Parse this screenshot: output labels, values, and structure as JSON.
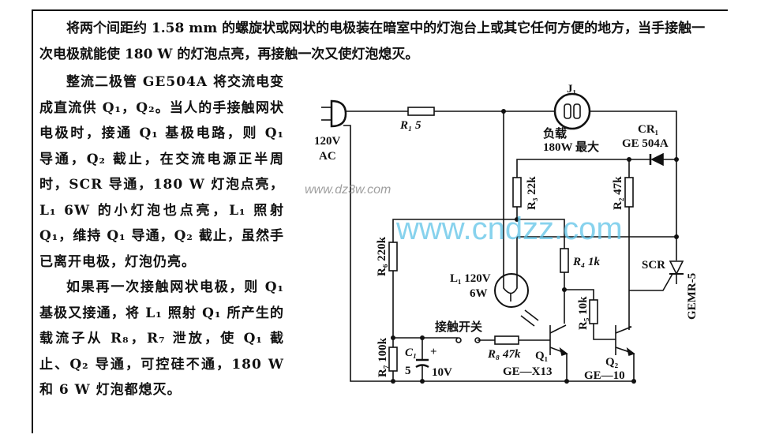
{
  "intro": "将两个间距约 1.58 mm 的螺旋状或网状的电极装在暗室中的灯泡台上或其它任何方便的地方，当手接触一次电极就能使 180 W 的灯泡点亮，再接触一次又使灯泡熄灭。",
  "body": [
    "整流二极管 GE504A 将交流电变成直流供 Q₁，Q₂。当人的手接触网状电极时，接通 Q₁ 基极电路，则 Q₁ 导通，Q₂ 截止，在交流电源正半周时，SCR 导通，180 W 灯泡点亮，L₁ 6W 的小灯泡也点亮，L₁ 照射 Q₁，维持 Q₁ 导通，Q₂ 截止，虽然手已离开电极，灯泡仍亮。",
    "如果再一次接触网状电极，则 Q₁ 基极又接通，将 L₁ 照射 Q₁ 所产生的载流子从 R₈，R₇ 泄放，使 Q₁ 截止、Q₂ 导通，可控硅不通，180 W 和 6 W 灯泡都熄灭。"
  ],
  "circuit": {
    "plug": [
      "120V",
      "AC"
    ],
    "r1": "R₁ 5",
    "j1": "J₁",
    "load": [
      "负载",
      "180W 最大"
    ],
    "cr1": [
      "CR₁",
      "GE 504A"
    ],
    "r3": "R₃ 22k",
    "r2": "R₂ 47k",
    "r6": "R₆ 220k",
    "r4": "R₄ 1k",
    "scr": "SCR",
    "scr_part": "GEMR-5",
    "l1": [
      "L₁ 120V",
      "6W"
    ],
    "r5": "R₅ 10k",
    "switch": "接触开关",
    "r7": "R₇ 100k",
    "c1": [
      "C₁",
      "5",
      "+",
      "10V"
    ],
    "r8": "R₈ 47k",
    "q1": [
      "Q₁",
      "GE—X13"
    ],
    "q2": [
      "Q₂",
      "GE—10"
    ]
  },
  "watermark": [
    "www.cndzz.com",
    "www.dz3w.com"
  ]
}
